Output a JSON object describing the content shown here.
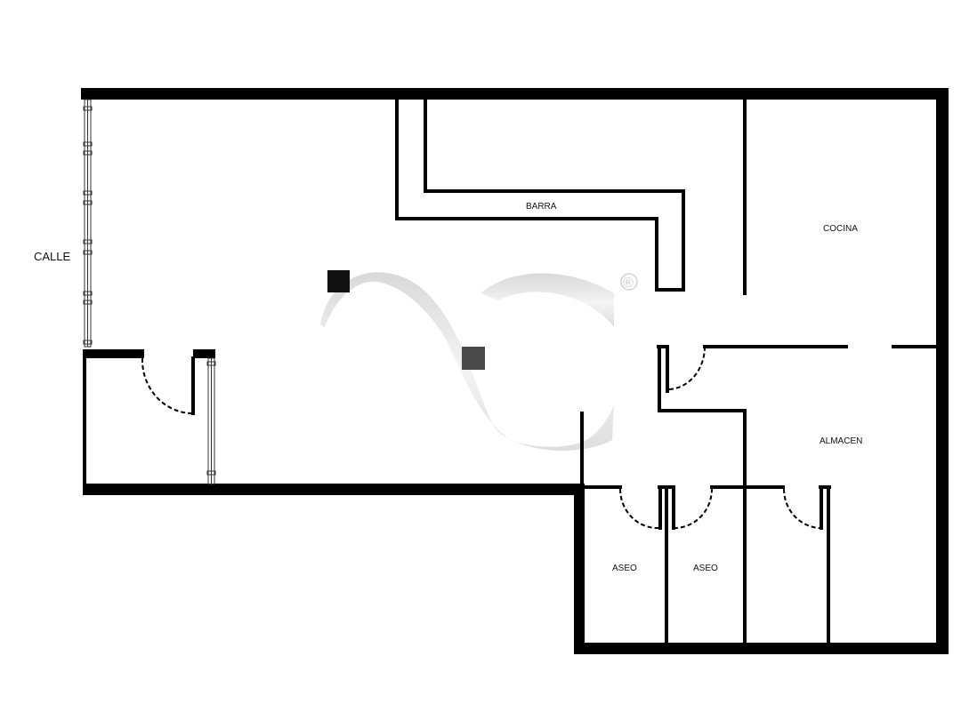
{
  "labels": {
    "calle": "CALLE",
    "barra": "BARRA",
    "cocina": "COCINA",
    "almacen": "ALMACEN",
    "aseo_1": "ASEO",
    "aseo_2": "ASEO"
  },
  "watermark": {
    "registered_mark": "®"
  },
  "colors": {
    "wall": "#000000",
    "background": "#ffffff",
    "watermark": "#cfcfcf",
    "column": "#4a4a4a"
  }
}
